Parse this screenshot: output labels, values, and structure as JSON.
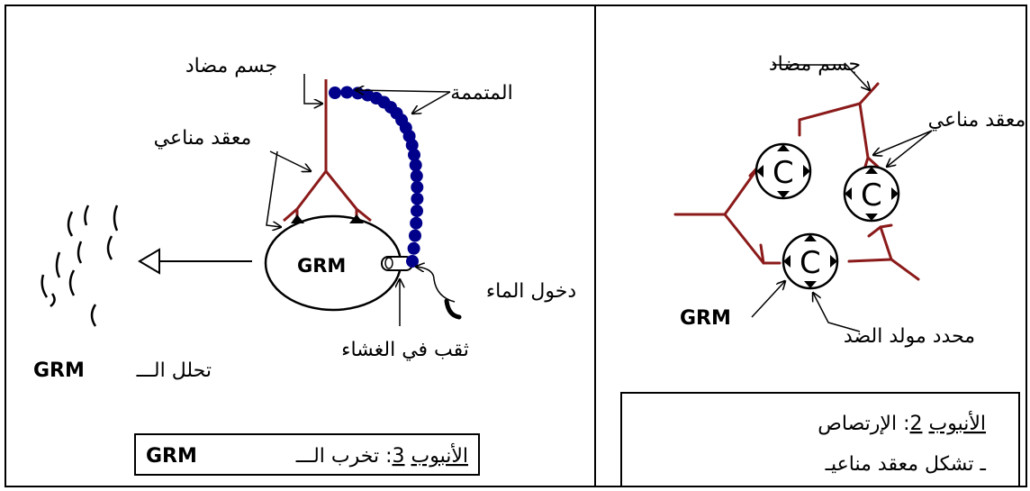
{
  "colors": {
    "antibody": "#8b1a1a",
    "complement": "#00008b",
    "ink": "#000000",
    "background": "#ffffff"
  },
  "left_panel": {
    "antibody_label": "جسم مضاد",
    "complement_label": "المتممة",
    "immune_complex_label": "معقد مناعي",
    "cell_label": "GRM",
    "water_entry_label": "دخول الماء",
    "membrane_hole_label": "ثقب في الغشاء",
    "lysis_label_ar": "تحلل الـــ",
    "lysis_label_grm": "GRM",
    "caption_prefix": "الأنبوب",
    "caption_number": "3",
    "caption_rest": ": تخرب الـــ ",
    "caption_grm": "GRM"
  },
  "right_panel": {
    "antibody_label": "جسم مضاد",
    "immune_complex_label": "معقد مناعي",
    "cell_label": "GRM",
    "antigen_determinant_label": "محدد مولد الضد",
    "caption_line1_prefix": "الأنبوب",
    "caption_line1_number": "2",
    "caption_line1_rest": ": الإرتصاص",
    "caption_line2": "ـ تشكل معقد مناعيـ",
    "cell_letter": "C"
  }
}
